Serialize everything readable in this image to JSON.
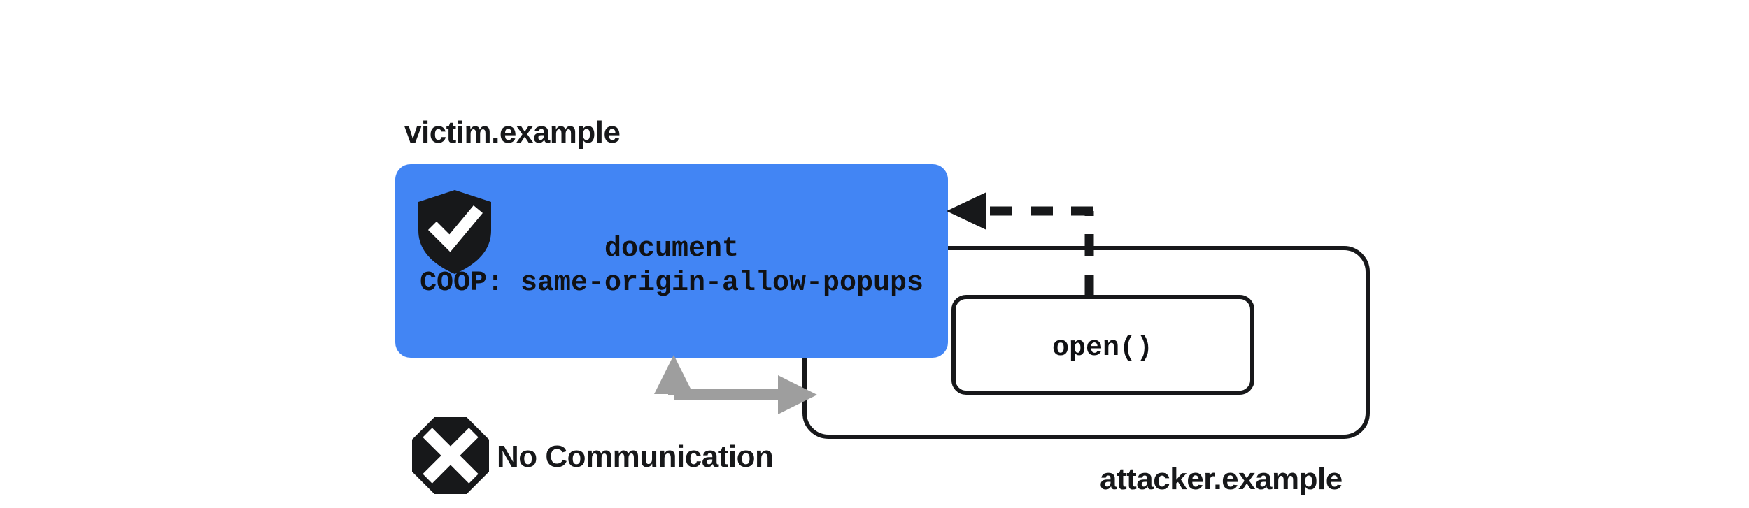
{
  "diagram": {
    "title_victim": "victim.example",
    "title_attacker": "attacker.example",
    "victim_box": {
      "document_label": "document",
      "coop_label": "COOP: same-origin-allow-popups",
      "fill_color": "#4285F4",
      "shield_icon": "shield-check-icon"
    },
    "attacker_box": {
      "open_label": "open()",
      "border_color": "#17181a",
      "fill_color": "#ffffff"
    },
    "no_communication": {
      "label": "No Communication",
      "icon": "octagon-x-icon",
      "arrow_color": "#9e9e9e"
    },
    "open_arrow": {
      "style": "dashed",
      "color": "#17181a",
      "direction": "right-to-left"
    }
  }
}
